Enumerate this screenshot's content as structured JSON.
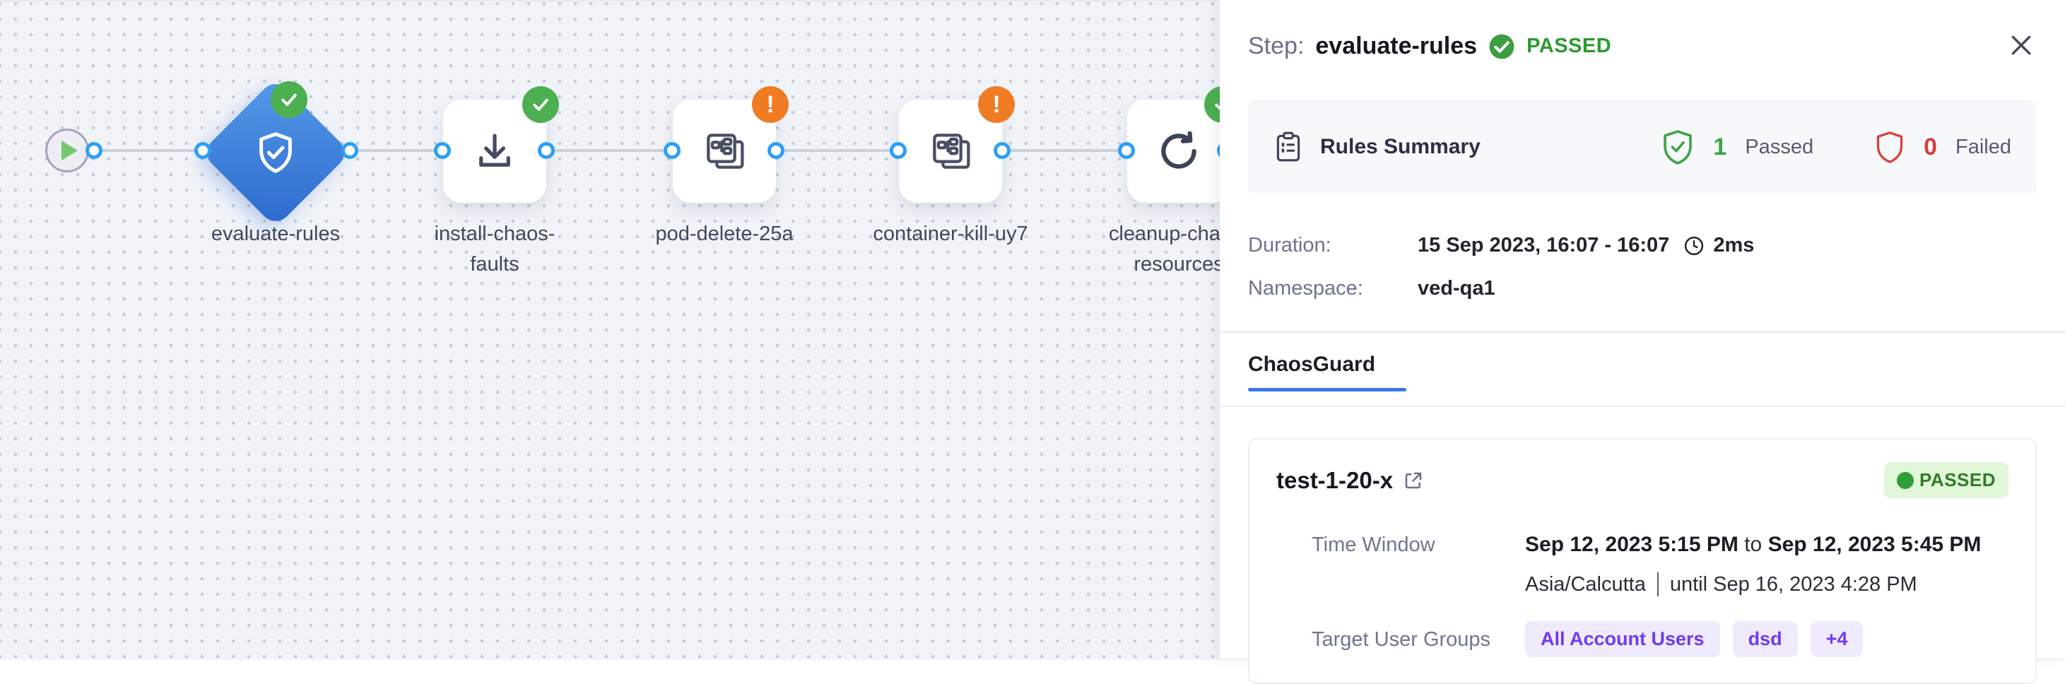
{
  "canvas": {
    "nodes": [
      {
        "id": "start",
        "type": "start"
      },
      {
        "id": "evaluate-rules",
        "type": "guard-diamond",
        "status": "passed",
        "lines": [
          "evaluate-rules"
        ]
      },
      {
        "id": "install-chaos-faults",
        "type": "step",
        "status": "passed",
        "lines": [
          "install-chaos-",
          "faults"
        ]
      },
      {
        "id": "pod-delete-25a",
        "type": "step",
        "status": "warning",
        "lines": [
          "pod-delete-25a"
        ]
      },
      {
        "id": "container-kill-uy7",
        "type": "step",
        "status": "warning",
        "lines": [
          "container-kill-uy7"
        ]
      },
      {
        "id": "cleanup-chaos-resources",
        "type": "step",
        "status": "passed",
        "lines": [
          "cleanup-chaos-",
          "resources"
        ]
      }
    ]
  },
  "panel": {
    "header": {
      "prefix": "Step:",
      "step_name": "evaluate-rules",
      "status": "PASSED"
    },
    "rules_summary": {
      "title": "Rules Summary",
      "passed_count": "1",
      "passed_label": "Passed",
      "failed_count": "0",
      "failed_label": "Failed"
    },
    "details": {
      "duration_label": "Duration:",
      "duration_value": "15 Sep 2023, 16:07 - 16:07",
      "duration_time": "2ms",
      "namespace_label": "Namespace:",
      "namespace_value": "ved-qa1"
    },
    "tabs": {
      "chaosguard": "ChaosGuard"
    },
    "guard_card": {
      "name": "test-1-20-x",
      "status": "PASSED",
      "time_window_label": "Time Window",
      "time_from": "Sep 12, 2023 5:15 PM",
      "to_word": "to",
      "time_to": "Sep 12, 2023 5:45 PM",
      "timezone": "Asia/Calcutta",
      "until_text": "until Sep 16, 2023 4:28 PM",
      "target_label": "Target User Groups",
      "groups": [
        "All Account Users",
        "dsd",
        "+4"
      ]
    }
  },
  "colors": {
    "accent_blue": "#2d9ff5",
    "diamond_blue": "#2c6ace",
    "success_green": "#4caf50",
    "warning_orange": "#ef7c23",
    "failed_red": "#d8403c",
    "pill_purple": "#6f3cf0",
    "tab_underline": "#3a78e7"
  }
}
